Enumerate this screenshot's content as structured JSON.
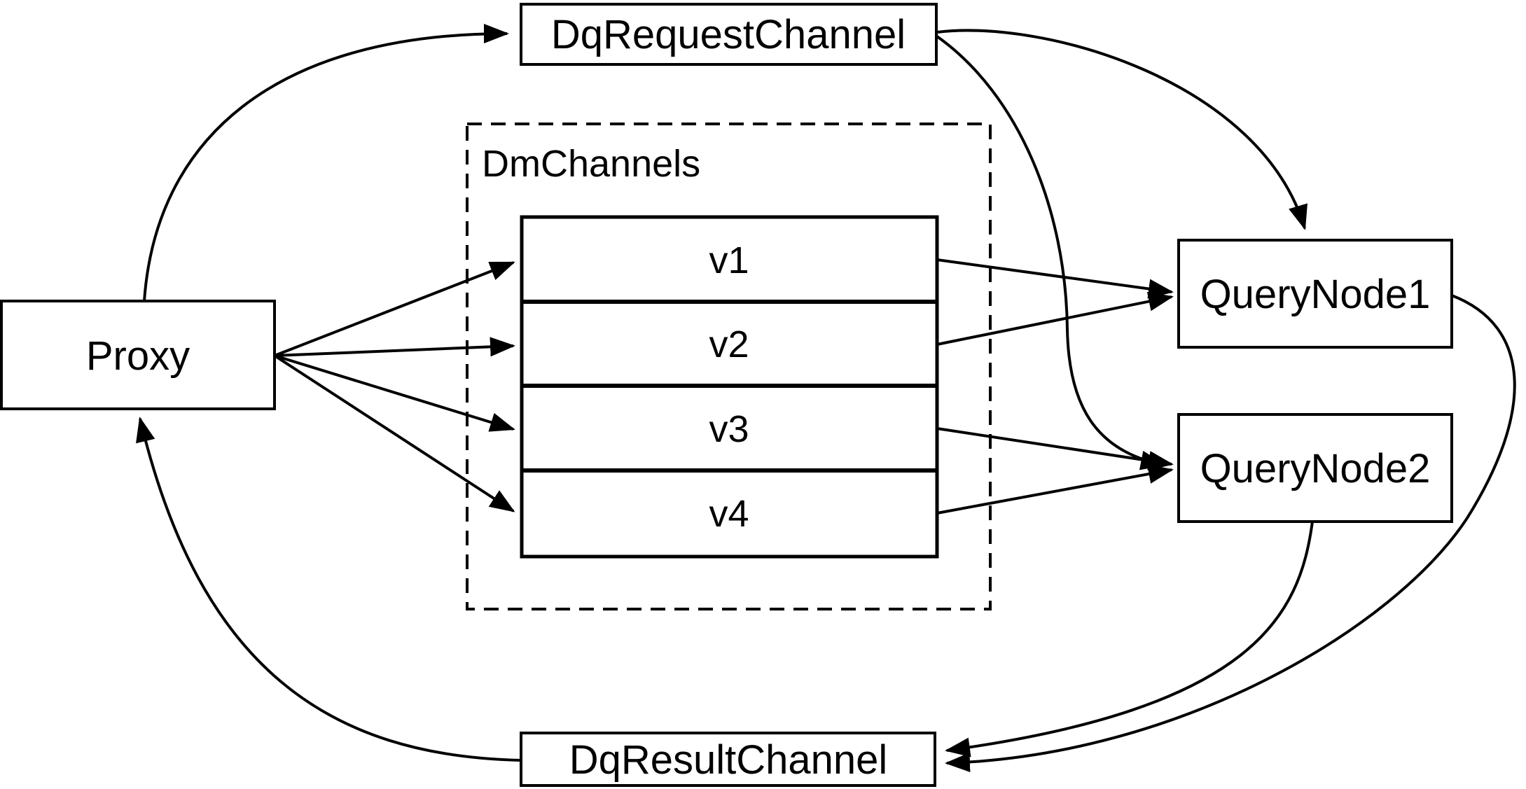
{
  "diagram": {
    "colors": {
      "background": "#ffffff",
      "stroke": "#000000",
      "box_fill": "#ffffff",
      "text": "#000000"
    },
    "nodes": {
      "proxy": {
        "label": "Proxy"
      },
      "dq_request_channel": {
        "label": "DqRequestChannel"
      },
      "dm_channels": {
        "label": "DmChannels",
        "channels": [
          "v1",
          "v2",
          "v3",
          "v4"
        ]
      },
      "query_node_1": {
        "label": "QueryNode1"
      },
      "query_node_2": {
        "label": "QueryNode2"
      },
      "dq_result_channel": {
        "label": "DqResultChannel"
      }
    },
    "edges": [
      {
        "from": "Proxy",
        "to": "DqRequestChannel"
      },
      {
        "from": "DqRequestChannel",
        "to": "QueryNode1"
      },
      {
        "from": "DqRequestChannel",
        "to": "QueryNode2"
      },
      {
        "from": "Proxy",
        "to": "v1"
      },
      {
        "from": "Proxy",
        "to": "v2"
      },
      {
        "from": "Proxy",
        "to": "v3"
      },
      {
        "from": "Proxy",
        "to": "v4"
      },
      {
        "from": "v1",
        "to": "QueryNode1"
      },
      {
        "from": "v2",
        "to": "QueryNode1"
      },
      {
        "from": "v3",
        "to": "QueryNode2"
      },
      {
        "from": "v4",
        "to": "QueryNode2"
      },
      {
        "from": "QueryNode1",
        "to": "DqResultChannel"
      },
      {
        "from": "QueryNode2",
        "to": "DqResultChannel"
      },
      {
        "from": "DqResultChannel",
        "to": "Proxy"
      }
    ]
  }
}
